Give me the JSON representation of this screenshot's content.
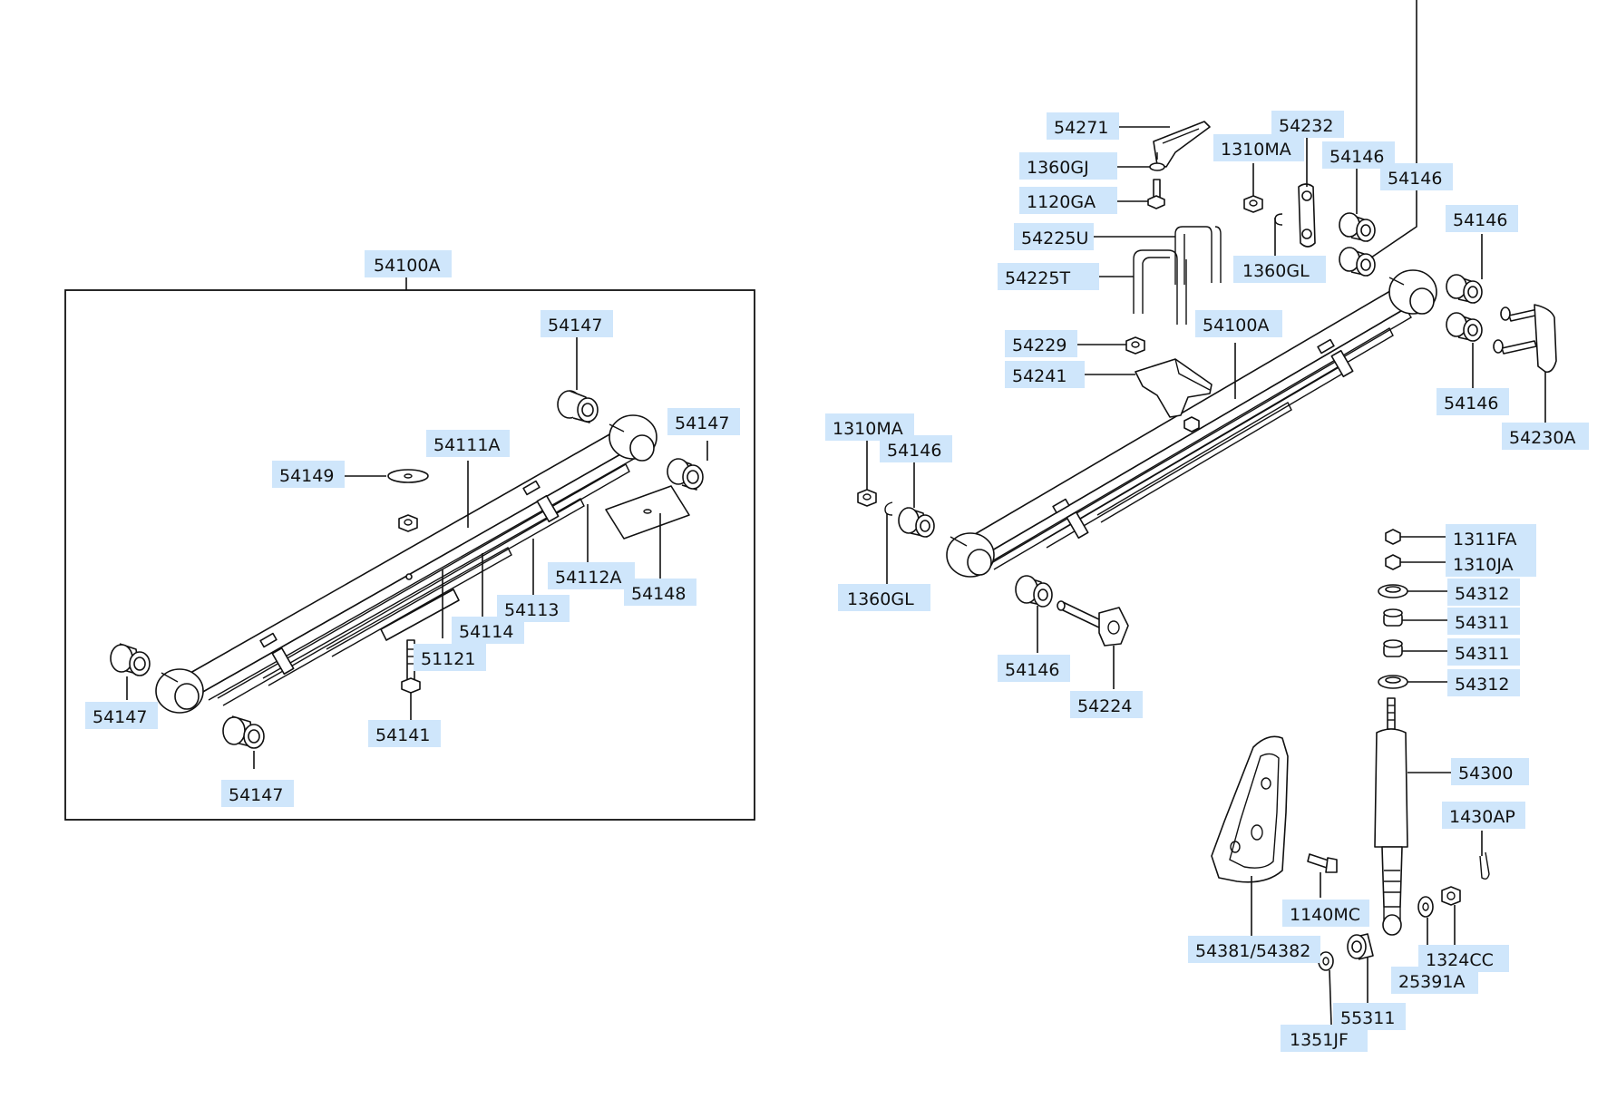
{
  "labels": {
    "inset_54100A": "54100A",
    "inset_54147_top": "54147",
    "inset_54147_right": "54147",
    "inset_54147_left": "54147",
    "inset_54147_bottom": "54147",
    "inset_54111A": "54111A",
    "inset_54149": "54149",
    "inset_54112A": "54112A",
    "inset_54148": "54148",
    "inset_54113": "54113",
    "inset_54114": "54114",
    "inset_51121": "51121",
    "inset_54141": "54141",
    "r_54271": "54271",
    "r_1360GJ": "1360GJ",
    "r_1120GA": "1120GA",
    "r_54225U": "54225U",
    "r_54225T": "54225T",
    "r_54229": "54229",
    "r_54241": "54241",
    "r_1310MA_top": "1310MA",
    "r_54232": "54232",
    "r_1360GL_top": "1360GL",
    "r_54146_a": "54146",
    "r_54146_b": "54146",
    "r_54146_c": "54146",
    "r_54146_d": "54146",
    "r_54100A": "54100A",
    "r_54230A": "54230A",
    "r_1310MA_left": "1310MA",
    "r_54146_left": "54146",
    "r_1360GL_left": "1360GL",
    "r_54146_low": "54146",
    "r_54224": "54224",
    "r_1311FA": "1311FA",
    "r_1310JA": "1310JA",
    "r_54312_a": "54312",
    "r_54311_a": "54311",
    "r_54311_b": "54311",
    "r_54312_b": "54312",
    "r_54300": "54300",
    "r_1430AP": "1430AP",
    "r_1140MC": "1140MC",
    "r_54381_54382": "54381/54382",
    "r_1324CC": "1324CC",
    "r_25391A": "25391A",
    "r_55311": "55311",
    "r_1351JF": "1351JF"
  }
}
